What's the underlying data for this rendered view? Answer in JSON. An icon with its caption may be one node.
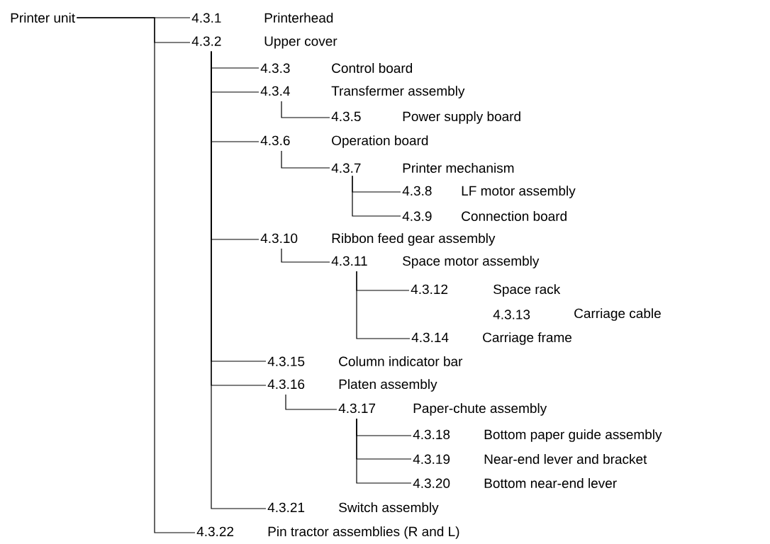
{
  "diagram": {
    "nodes": [
      {
        "text": [
          "Printer unit"
        ]
      },
      {
        "text": [
          "4.3.1",
          "Printerhead"
        ]
      },
      {
        "text": [
          "4.3.2",
          "Upper cover"
        ]
      },
      {
        "text": [
          "4.3.3",
          "Control board"
        ]
      },
      {
        "text": [
          "4.3.4",
          "Transfermer assembly"
        ]
      },
      {
        "text": [
          "4.3.5",
          "Power supply board"
        ]
      },
      {
        "text": [
          "4.3.6",
          "Operation board"
        ]
      },
      {
        "text": [
          "4.3.7",
          "Printer mechanism"
        ]
      },
      {
        "text": [
          "4.3.8",
          "LF motor assembly"
        ]
      },
      {
        "text": [
          "4.3.9",
          "Connection board"
        ]
      },
      {
        "text": [
          "4.3.10",
          "Ribbon feed gear assembly"
        ]
      },
      {
        "text": [
          "4.3.11",
          "Space motor assembly"
        ]
      },
      {
        "text": [
          "4.3.12",
          "Space rack"
        ]
      },
      {
        "text": [
          "4.3.14",
          "Carriage frame"
        ]
      },
      {
        "text": [
          "4.3.15",
          "Column indicator bar"
        ]
      },
      {
        "text": [
          "4.3.16",
          "Platen assembly"
        ]
      },
      {
        "text": [
          "4.3.17",
          "Paper-chute assembly"
        ]
      },
      {
        "text": [
          "4.3.18",
          "Bottom paper guide assembly"
        ]
      },
      {
        "text": [
          "4.3.19",
          "Near-end lever and bracket"
        ]
      },
      {
        "text": [
          "4.3.20",
          "Bottom near-end lever"
        ]
      },
      {
        "text": [
          "4.3.21",
          "Switch assembly"
        ]
      },
      {
        "text": [
          "4.3.22",
          "Pin tractor assemblies (R and L)"
        ]
      }
    ],
    "edges": [
      {
        "from": 0,
        "to": 1,
        "arrow": "none"
      },
      {
        "from": 0,
        "to": 2,
        "arrow": "none"
      },
      {
        "from": 2,
        "to": 3,
        "arrow": "none"
      },
      {
        "from": 2,
        "to": 4,
        "arrow": "none"
      },
      {
        "from": 4,
        "to": 5,
        "arrow": "none"
      },
      {
        "from": 2,
        "to": 6,
        "arrow": "none"
      },
      {
        "from": 6,
        "to": 7,
        "arrow": "none"
      },
      {
        "from": 7,
        "to": 8,
        "arrow": "none"
      },
      {
        "from": 7,
        "to": 9,
        "arrow": "none"
      },
      {
        "from": 2,
        "to": 10,
        "arrow": "none"
      },
      {
        "from": 10,
        "to": 11,
        "arrow": "none"
      },
      {
        "from": 11,
        "to": 12,
        "arrow": "none"
      },
      {
        "from": 11,
        "to": 13,
        "arrow": "none"
      },
      {
        "from": 2,
        "to": 14,
        "arrow": "none"
      },
      {
        "from": 2,
        "to": 15,
        "arrow": "none"
      },
      {
        "from": 15,
        "to": 16,
        "arrow": "none"
      },
      {
        "from": 16,
        "to": 17,
        "arrow": "none"
      },
      {
        "from": 16,
        "to": 18,
        "arrow": "none"
      },
      {
        "from": 16,
        "to": 19,
        "arrow": "none"
      },
      {
        "from": 2,
        "to": 20,
        "arrow": "none"
      },
      {
        "from": 0,
        "to": 21,
        "arrow": "none"
      }
    ],
    "labels": [
      "4.3.13",
      "Carriage cable"
    ]
  }
}
